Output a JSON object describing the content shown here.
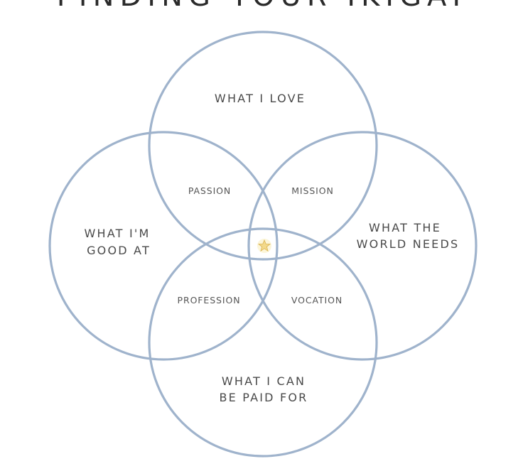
{
  "title": "FINDING YOUR IKIGAI",
  "circles": {
    "love": "WHAT I LOVE",
    "good_at": [
      "WHAT I'M",
      "GOOD AT"
    ],
    "world_needs": [
      "WHAT THE",
      "WORLD NEEDS"
    ],
    "paid_for": [
      "WHAT I CAN",
      "BE PAID FOR"
    ]
  },
  "overlaps": {
    "passion": "PASSION",
    "mission": "MISSION",
    "profession": "PROFESSION",
    "vocation": "VOCATION"
  },
  "center_icon": "star-icon",
  "colors": {
    "circle_stroke": "#9fb3cc",
    "star_fill": "#f3d98a"
  }
}
